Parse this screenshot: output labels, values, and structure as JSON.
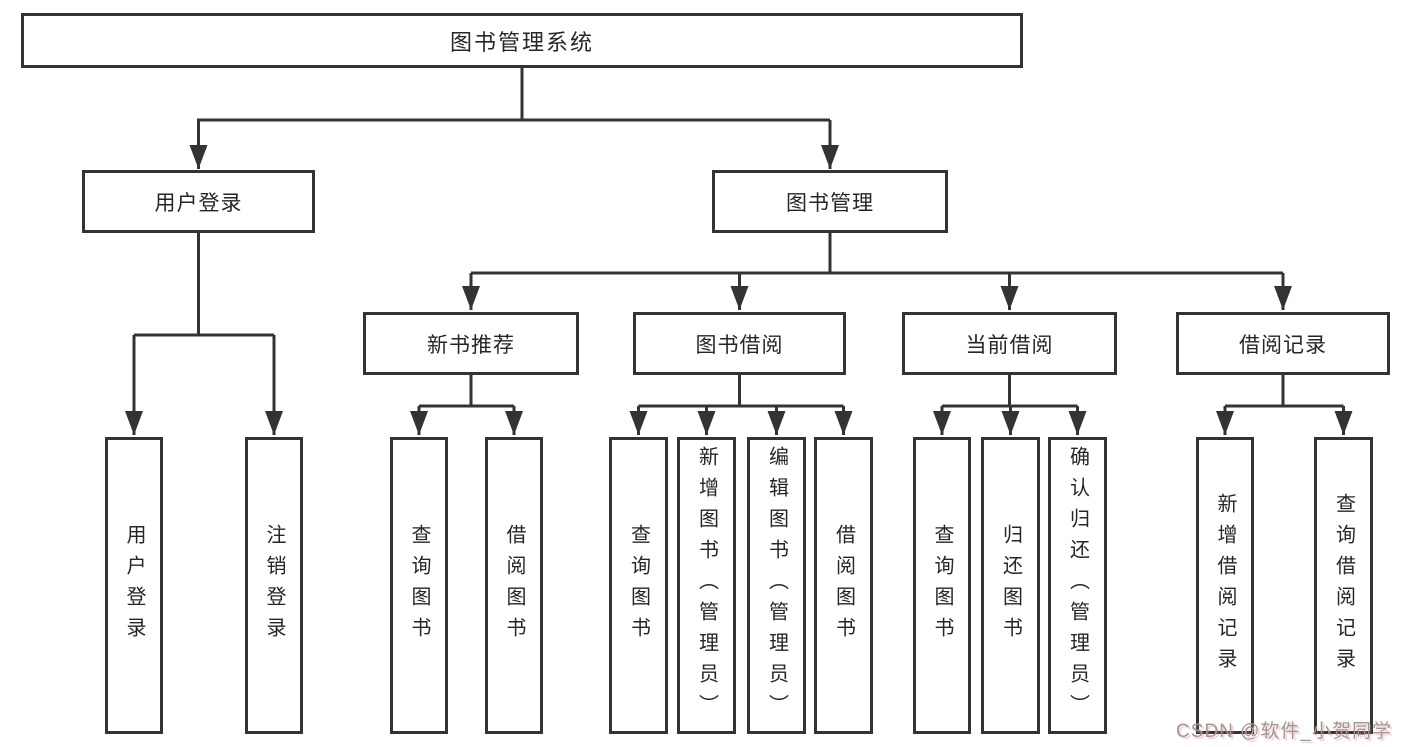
{
  "diagram": {
    "type": "hierarchy-tree",
    "root": "图书管理系统",
    "branches": [
      {
        "label": "用户登录",
        "children": [
          "用户登录",
          "注销登录"
        ]
      },
      {
        "label": "图书管理",
        "sections": [
          {
            "label": "新书推荐",
            "children": [
              "查询图书",
              "借阅图书"
            ]
          },
          {
            "label": "图书借阅",
            "children": [
              "查询图书",
              "新增图书（管理员）",
              "编辑图书（管理员）",
              "借阅图书"
            ]
          },
          {
            "label": "当前借阅",
            "children": [
              "查询图书",
              "归还图书",
              "确认归还（管理员）"
            ]
          },
          {
            "label": "借阅记录",
            "children": [
              "新增借阅记录",
              "查询借阅记录"
            ]
          }
        ]
      }
    ]
  },
  "watermark": "CSDN @软件_小贺同学",
  "colors": {
    "line": "#333333",
    "box_border": "#333333",
    "text": "#262626",
    "background": "#ffffff",
    "watermark_gray": "#9a9a9a",
    "watermark_pink_shadow": "#f4786e"
  }
}
